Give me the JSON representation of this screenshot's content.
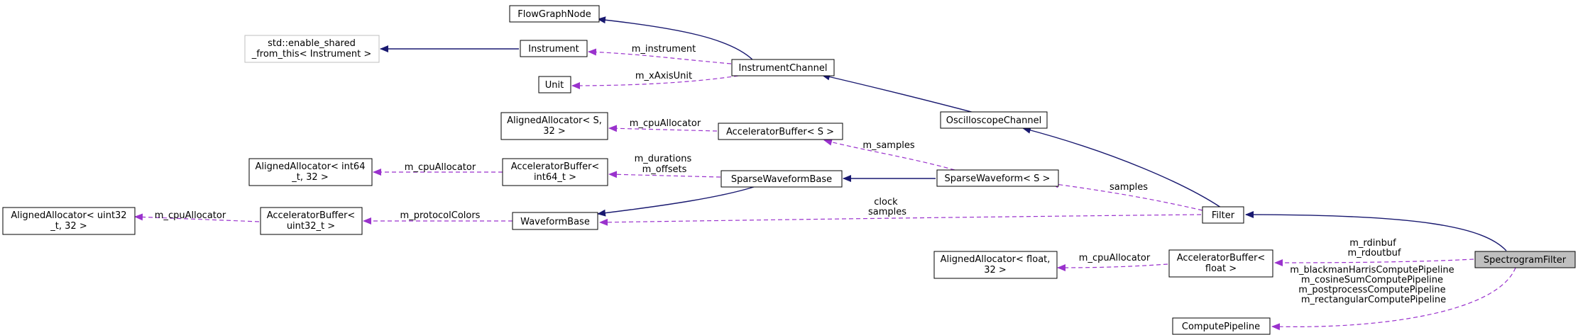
{
  "diagram": {
    "nodes": {
      "flowgraphnode": [
        "FlowGraphNode"
      ],
      "enable_shared": [
        "std::enable_shared",
        "_from_this< Instrument >"
      ],
      "instrument": [
        "Instrument"
      ],
      "unit": [
        "Unit"
      ],
      "instrumentchannel": [
        "InstrumentChannel"
      ],
      "aligned_s": [
        "AlignedAllocator< S,",
        "32 >"
      ],
      "accel_s": [
        "AcceleratorBuffer< S >"
      ],
      "oscilloscopechannel": [
        "OscilloscopeChannel"
      ],
      "aligned_int64": [
        "AlignedAllocator< int64",
        "_t, 32 >"
      ],
      "accel_int64": [
        "AcceleratorBuffer<",
        "int64_t >"
      ],
      "sparsewaveformbase": [
        "SparseWaveformBase"
      ],
      "sparsewaveform": [
        "SparseWaveform< S >"
      ],
      "aligned_uint32": [
        "AlignedAllocator< uint32",
        "_t, 32 >"
      ],
      "accel_uint32": [
        "AcceleratorBuffer<",
        "uint32_t >"
      ],
      "waveformbase": [
        "WaveformBase"
      ],
      "filter": [
        "Filter"
      ],
      "aligned_float": [
        "AlignedAllocator< float,",
        "32 >"
      ],
      "accel_float": [
        "AcceleratorBuffer<",
        "float >"
      ],
      "spectrogramfilter": [
        "SpectrogramFilter"
      ],
      "computepipeline": [
        "ComputePipeline"
      ]
    },
    "edge_labels": {
      "m_instrument": [
        "m_instrument"
      ],
      "m_xAxisUnit": [
        "m_xAxisUnit"
      ],
      "m_cpuAllocator_s": [
        "m_cpuAllocator"
      ],
      "m_samples": [
        "m_samples"
      ],
      "m_cpuAllocator_int64": [
        "m_cpuAllocator"
      ],
      "m_durations_offsets": [
        "m_durations",
        "m_offsets"
      ],
      "samples": [
        "samples"
      ],
      "m_cpuAllocator_uint32": [
        "m_cpuAllocator"
      ],
      "m_protocolColors": [
        "m_protocolColors"
      ],
      "clock_samples": [
        "clock",
        "samples"
      ],
      "rdinbuf": [
        "m_rdinbuf",
        "m_rdoutbuf"
      ],
      "m_cpuAllocator_float": [
        "m_cpuAllocator"
      ],
      "pipelines": [
        "m_blackmanHarrisComputePipeline",
        "m_cosineSumComputePipeline",
        "m_postprocessComputePipeline",
        "m_rectangularComputePipeline"
      ]
    }
  }
}
